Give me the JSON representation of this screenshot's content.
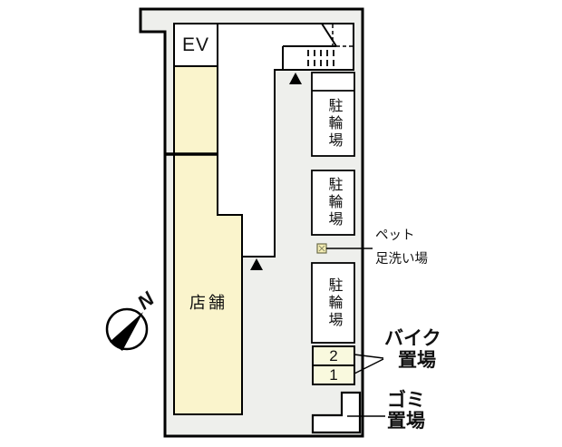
{
  "plan": {
    "type": "site-floor-plan",
    "labels": {
      "elevator": "EV",
      "store": "店舗",
      "bicycle_parking_1": "駐輪場",
      "bicycle_parking_2": "駐輪場",
      "bicycle_parking_3": "駐輪場",
      "bike_spot_2": "2",
      "bike_spot_1": "1",
      "pet_wash_line1": "ペット",
      "pet_wash_line2": "足洗い場",
      "bike_area_line1": "バイク",
      "bike_area_line2": "置場",
      "garbage_line1": "ゴミ",
      "garbage_line2": "置場",
      "compass_north": "N"
    },
    "colors": {
      "site_fill": "#eeefec",
      "building_fill": "#ffffff",
      "store_fill": "#faf4cc",
      "bike_spot_fill": "#f9f9de",
      "pet_icon_fill": "#f5eeb4",
      "line": "#000000"
    }
  }
}
